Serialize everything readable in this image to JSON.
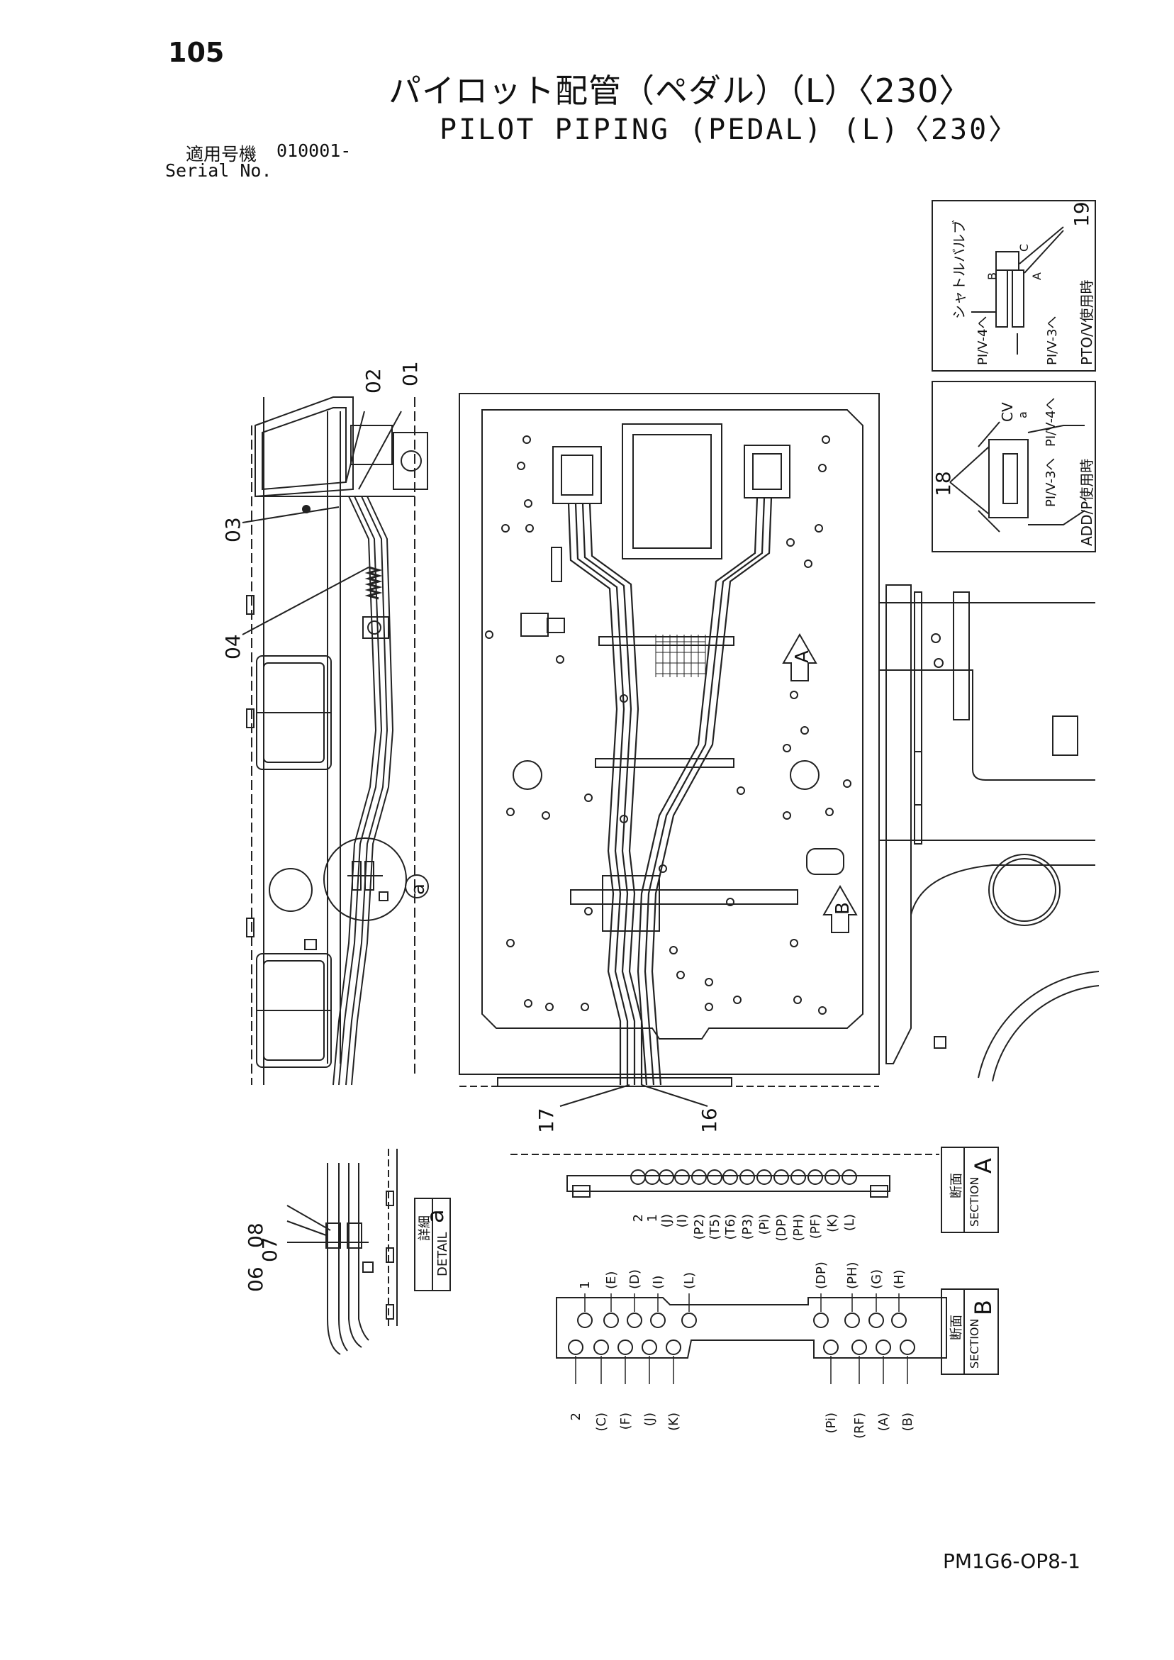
{
  "page_number": "105",
  "title_jp": "パイロット配管（ペダル）（L）〈230〉",
  "title_en": "PILOT PIPING (PEDAL) (L)〈230〉",
  "serial": {
    "label_jp": "適用号機",
    "value": "010001-",
    "label_en": "Serial No."
  },
  "drawing_code": "PM1G6-OP8-1",
  "callouts": [
    "01",
    "02",
    "03",
    "04",
    "06",
    "07",
    "08",
    "16",
    "17",
    "18",
    "19"
  ],
  "detail_label": {
    "jp": "詳細",
    "en": "DETAIL",
    "letter": "a"
  },
  "section_a": {
    "jp": "断面",
    "en": "SECTION",
    "letter": "A",
    "ports": [
      "2",
      "1",
      "(J)",
      "(I)",
      "(P2)",
      "(T5)",
      "(T6)",
      "(P3)",
      "(Pi)",
      "(DP)",
      "(PH)",
      "(PF)",
      "(K)",
      "(L)"
    ]
  },
  "section_b": {
    "jp": "断面",
    "en": "SECTION",
    "letter": "B",
    "top_ports": [
      "1",
      "(E)",
      "(D)",
      "(I)",
      "(L)",
      "(DP)",
      "(PH)",
      "(G)",
      "(H)"
    ],
    "bottom_ports": [
      "2",
      "(C)",
      "(F)",
      "(J)",
      "(K)",
      "(Pi)",
      "(RF)",
      "(A)",
      "(B)"
    ]
  },
  "inset_top": {
    "shuttle_valve": "シャトルバルブ",
    "to_piv4": "PI/V-4へ",
    "to_piv3": "PI/V-3へ",
    "caption": "PTO/V使用時",
    "letters": [
      "B",
      "C",
      "A"
    ]
  },
  "inset_bottom": {
    "cv": "CV",
    "to_piv3": "PI/V-3へ",
    "to_piv4": "PI/V-4へ",
    "caption": "ADD/P使用時",
    "letter": "a"
  },
  "view_markers": [
    "A",
    "B"
  ],
  "circle_marker": "a"
}
